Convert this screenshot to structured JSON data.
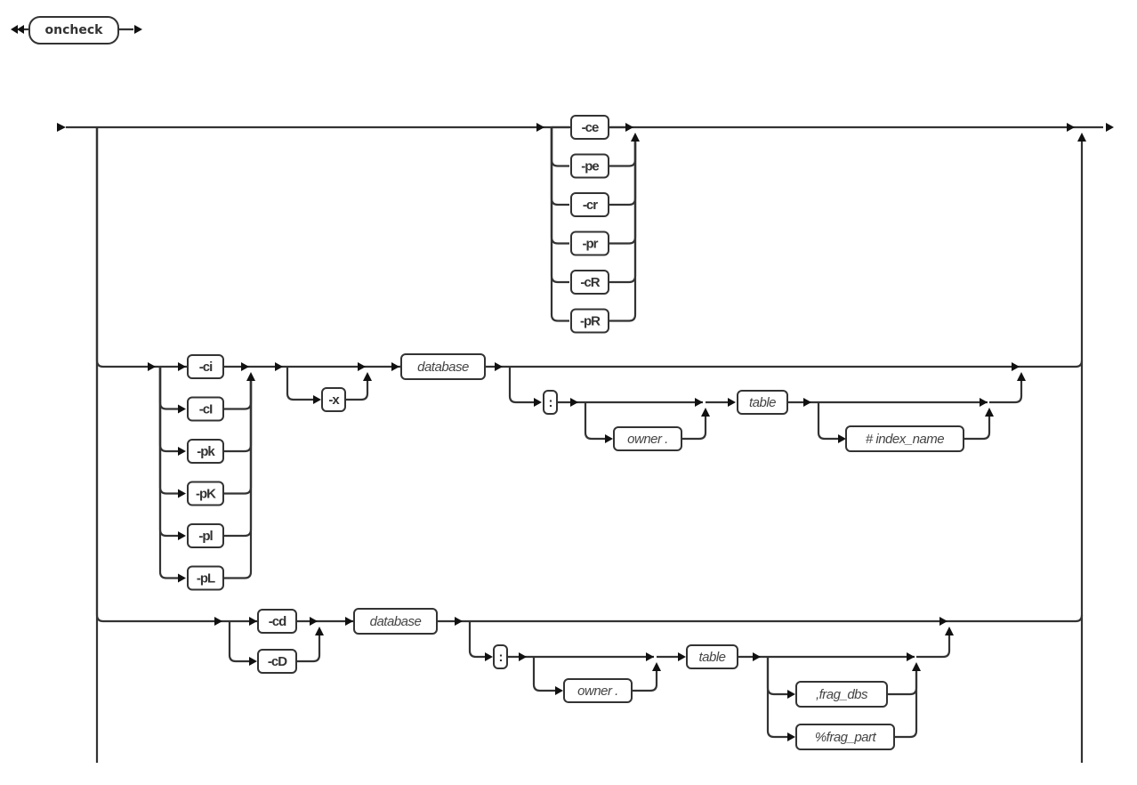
{
  "diagram": {
    "type": "railroad-syntax-diagram",
    "command": "oncheck",
    "colors": {
      "line": "#333333",
      "arrow": "#111111",
      "box_fill": "#ffffff"
    },
    "branch1": {
      "options": [
        "-ce",
        "-pe",
        "-cr",
        "-pr",
        "-cR",
        "-pR"
      ]
    },
    "branch2": {
      "options": [
        "-ci",
        "-cI",
        "-pk",
        "-pK",
        "-pl",
        "-pL"
      ],
      "optional_flag": "-x",
      "database": "database",
      "separator": ":",
      "owner": "owner .",
      "table": "table",
      "index": "# index_name"
    },
    "branch3": {
      "options": [
        "-cd",
        "-cD"
      ],
      "database": "database",
      "separator": ":",
      "owner": "owner .",
      "table": "table",
      "frag_dbs": ",frag_dbs",
      "frag_part": "%frag_part"
    }
  }
}
